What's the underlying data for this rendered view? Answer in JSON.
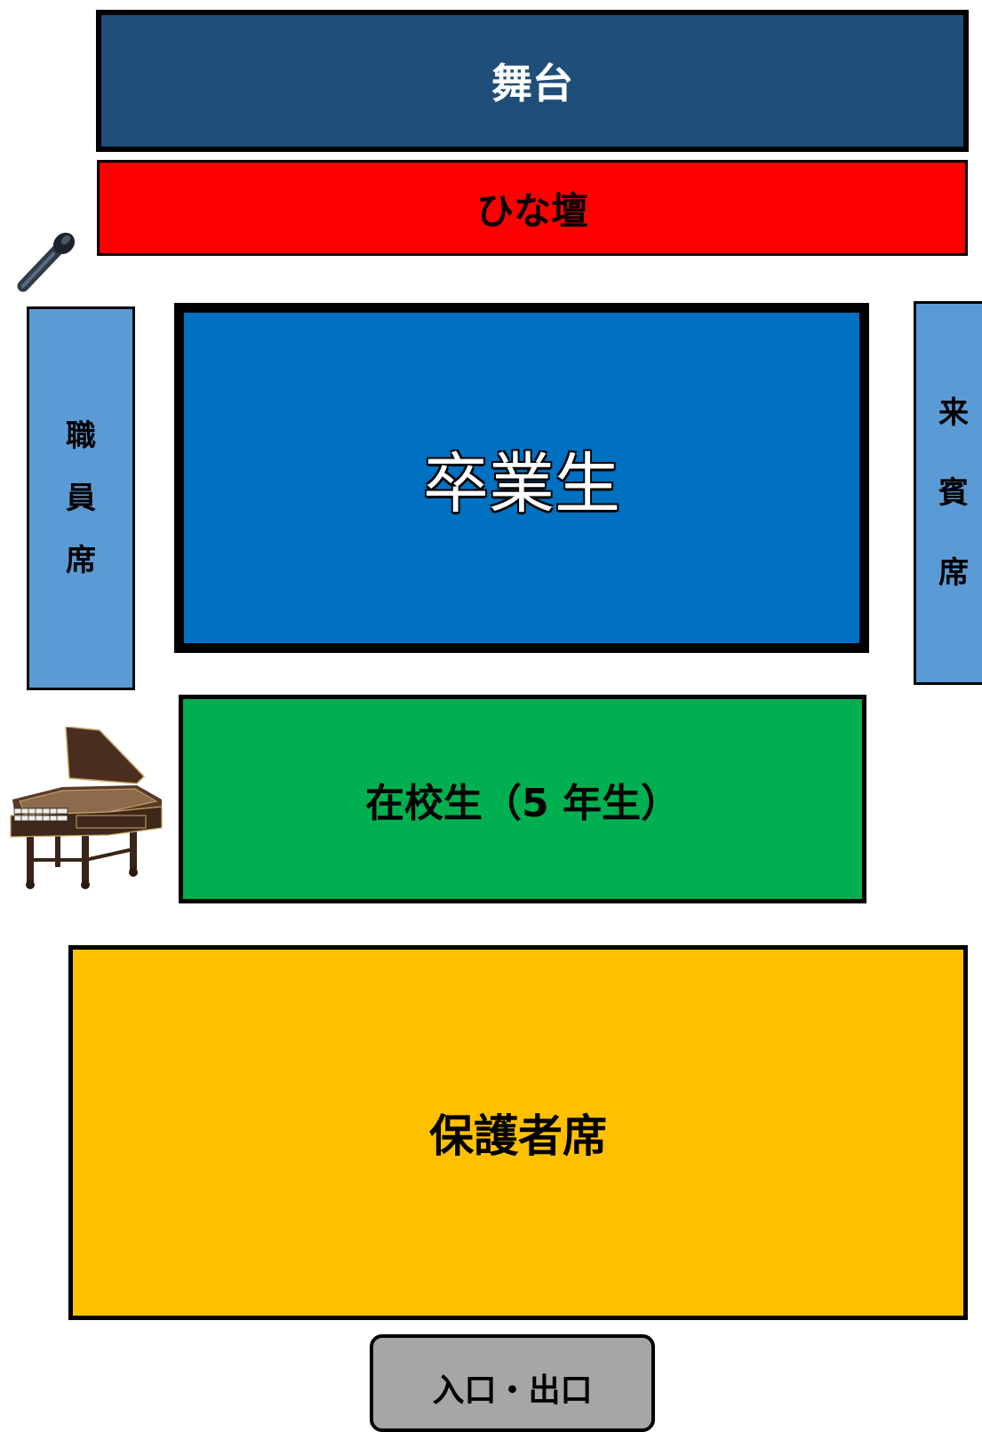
{
  "stage": {
    "label": "舞台"
  },
  "hinadan": {
    "label": "ひな壇"
  },
  "graduates": {
    "label": "卒業生"
  },
  "staff_seats": {
    "chars": [
      "職",
      "員",
      "席"
    ]
  },
  "guest_seats": {
    "chars": [
      "来",
      "賓",
      "席"
    ]
  },
  "students": {
    "label": "在校生（5 年生）"
  },
  "parents": {
    "label": "保護者席"
  },
  "entrance": {
    "label": "入口・出口"
  },
  "icons": {
    "microphone": "microphone-icon",
    "harpsichord": "harpsichord-icon"
  },
  "colors": {
    "stage": "#1f4e79",
    "hinadan": "#ff0000",
    "graduates": "#0070c0",
    "side_seats": "#5b9bd5",
    "students": "#00b050",
    "parents": "#ffc000",
    "entrance": "#a6a6a6"
  }
}
